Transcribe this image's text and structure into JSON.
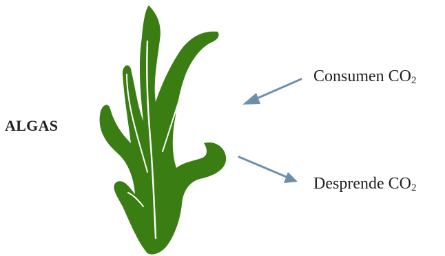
{
  "diagram": {
    "title": "ALGAS",
    "labels": {
      "consume_text": "Consumen CO",
      "consume_subscript": "2",
      "release_text": "Desprende CO",
      "release_subscript": "2"
    },
    "colors": {
      "algae_fill": "#3a7d13",
      "algae_highlight": "#ffffff",
      "arrow": "#6f8fa8",
      "text": "#231f20"
    },
    "icons": {
      "organism": "algae-icon",
      "incoming": "arrow-in-icon",
      "outgoing": "arrow-out-icon"
    }
  }
}
